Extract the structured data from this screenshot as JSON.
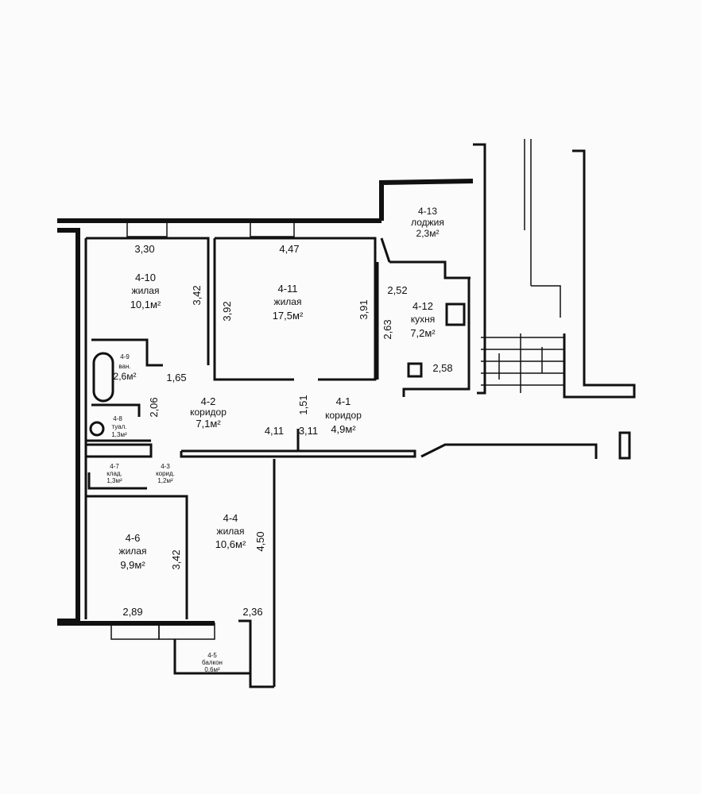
{
  "rooms": [
    {
      "id": "4-10",
      "name": "жилая",
      "area": "10,1м²"
    },
    {
      "id": "4-11",
      "name": "жилая",
      "area": "17,5м²"
    },
    {
      "id": "4-12",
      "name": "кухня",
      "area": "7,2м²"
    },
    {
      "id": "4-13",
      "name": "лоджия",
      "area": "2,3м²"
    },
    {
      "id": "4-9",
      "name": "ван.",
      "area": "2,6м²"
    },
    {
      "id": "4-8",
      "name": "туал.",
      "area": "1,3м²"
    },
    {
      "id": "4-2",
      "name": "коридор",
      "area": "7,1м²"
    },
    {
      "id": "4-1",
      "name": "коридор",
      "area": "4,9м²"
    },
    {
      "id": "4-7",
      "name": "клад.",
      "area": "1,3м²"
    },
    {
      "id": "4-3",
      "name": "корид.",
      "area": "1,2м²"
    },
    {
      "id": "4-6",
      "name": "жилая",
      "area": "9,9м²"
    },
    {
      "id": "4-4",
      "name": "жилая",
      "area": "10,6м²"
    },
    {
      "id": "4-5",
      "name": "балкон",
      "area": "0,6м²"
    }
  ],
  "dimensions": [
    "3,30",
    "4,47",
    "3,42",
    "3,92",
    "3,91",
    "2,52",
    "2,63",
    "2,58",
    "1,65",
    "2,06",
    "1,51",
    "4,11",
    "3,11",
    "3,42",
    "4,50",
    "2,89",
    "2,36"
  ]
}
